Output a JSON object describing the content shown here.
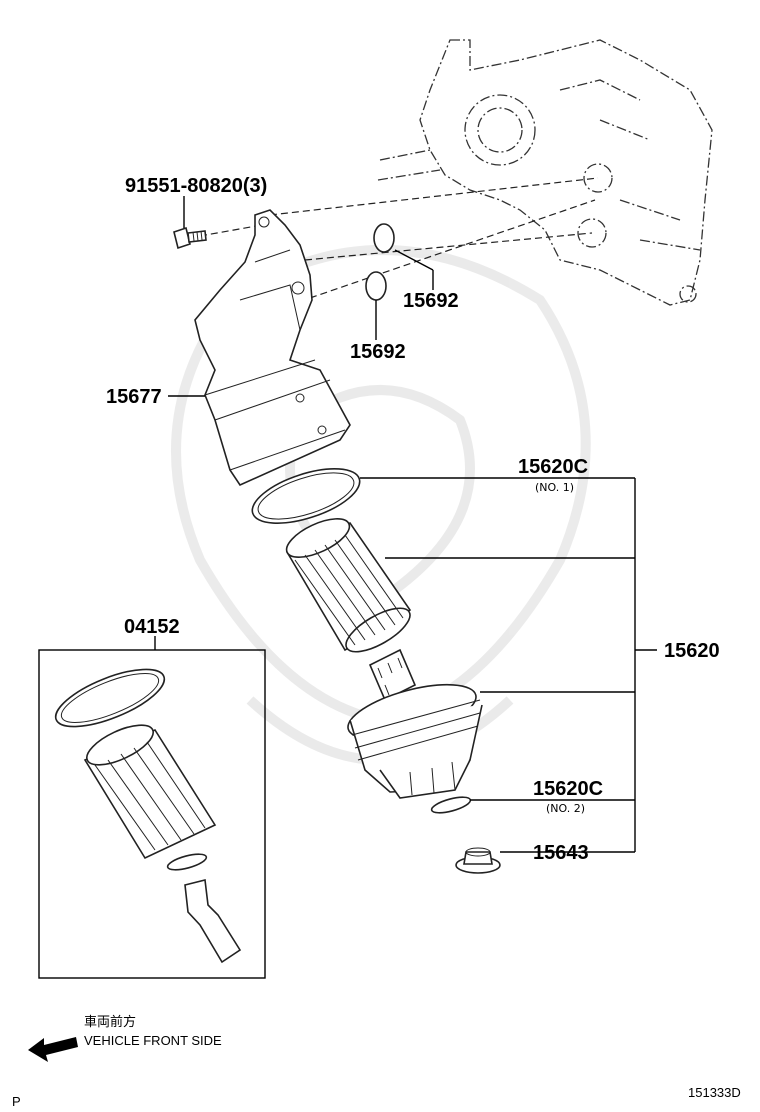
{
  "labels": {
    "bolt": "91551-80820(3)",
    "oring_upper": "15692",
    "oring_lower": "15692",
    "bracket": "15677",
    "gasket_1": "15620C",
    "gasket_1_note": "(NO. 1)",
    "assembly": "15620",
    "gasket_2": "15620C",
    "gasket_2_note": "(NO. 2)",
    "plug": "15643",
    "kit": "04152"
  },
  "footer": {
    "front_jp": "車両前方",
    "front_en": "VEHICLE FRONT SIDE",
    "corner_left": "P",
    "figure_id": "151333D"
  }
}
